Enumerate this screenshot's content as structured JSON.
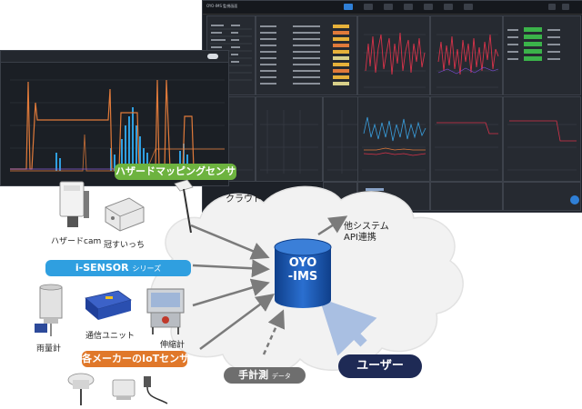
{
  "dashboard": {
    "title": "OYO-IMS 監視画面"
  },
  "center_node": {
    "line1": "OYO",
    "line2": "-IMS"
  },
  "labels": {
    "hazard_mapping": "ハザードマッピングセンサ",
    "cloud": "クラウド",
    "i_sensor_main": "i-SENSOR",
    "i_sensor_suffix": "シリーズ",
    "iot_main": "各メーカーのIoTセンサ",
    "manual_main": "手計測",
    "manual_suffix": "データ",
    "user": "ユーザー",
    "other_system_1": "他システム",
    "other_system_2": "API連携"
  },
  "devices": {
    "hazard_cam": "ハザードcam",
    "kansuicchi": "冠すいっち",
    "rain_gauge": "雨量計",
    "comm_unit": "通信ユニット",
    "extensometer": "伸縮計"
  },
  "colors": {
    "hazard_green": "#6db33f",
    "i_sensor_blue": "#2f9fe0",
    "iot_orange": "#e0782a",
    "manual_gray": "#6e6e6e",
    "user_navy": "#1e2a55",
    "cylinder_blue": "#1a5bb8",
    "arrow_gray": "#7b7b7b",
    "arrow_blue": "#a9bfe2"
  },
  "icons": [
    "database-cylinder-icon",
    "cloud-shape-icon",
    "arrow-icon",
    "camera-icon",
    "rain-gauge-icon",
    "sensor-icon"
  ]
}
